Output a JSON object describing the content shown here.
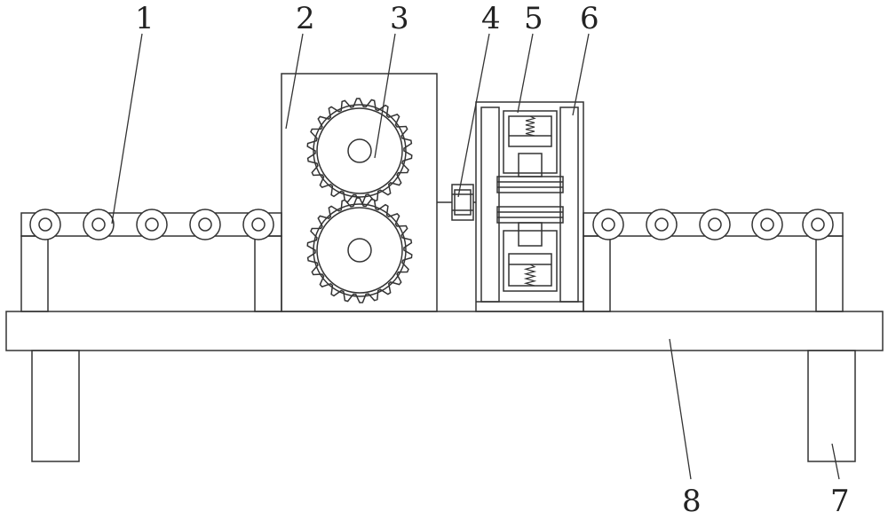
{
  "colors": {
    "stroke": "#333333",
    "fill": "#ffffff",
    "label": "#222222"
  },
  "labels": {
    "l1": "1",
    "l2": "2",
    "l3": "3",
    "l4": "4",
    "l5": "5",
    "l6": "6",
    "l7": "7",
    "l8": "8"
  }
}
